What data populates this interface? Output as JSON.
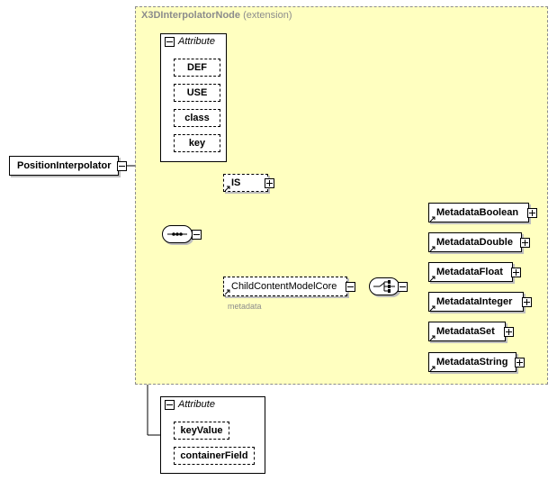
{
  "extension": {
    "name": "X3DInterpolatorNode",
    "suffix": "(extension)"
  },
  "root": {
    "label": "PositionInterpolator"
  },
  "inherited_attributes": {
    "heading": "Attribute",
    "items": [
      "DEF",
      "USE",
      "class",
      "key"
    ]
  },
  "is_element": {
    "label": "IS"
  },
  "child_content": {
    "label": "ChildContentModelCore",
    "note": "metadata"
  },
  "metadata_choices": [
    "MetadataBoolean",
    "MetadataDouble",
    "MetadataFloat",
    "MetadataInteger",
    "MetadataSet",
    "MetadataString"
  ],
  "own_attributes": {
    "heading": "Attribute",
    "items": [
      "keyValue",
      "containerField"
    ]
  }
}
